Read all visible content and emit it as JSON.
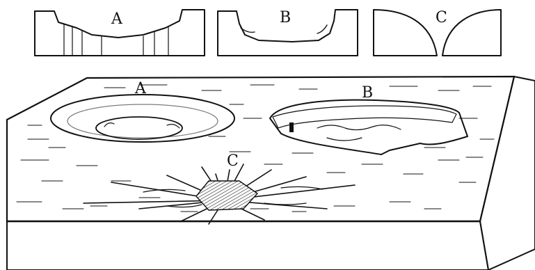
{
  "labels": {
    "profile_a": "A",
    "profile_b": "B",
    "profile_c": "C",
    "crater_a": "A",
    "crater_b": "B",
    "crater_c": "C"
  },
  "colors": {
    "ink": "#111111",
    "paper": "#ffffff"
  }
}
